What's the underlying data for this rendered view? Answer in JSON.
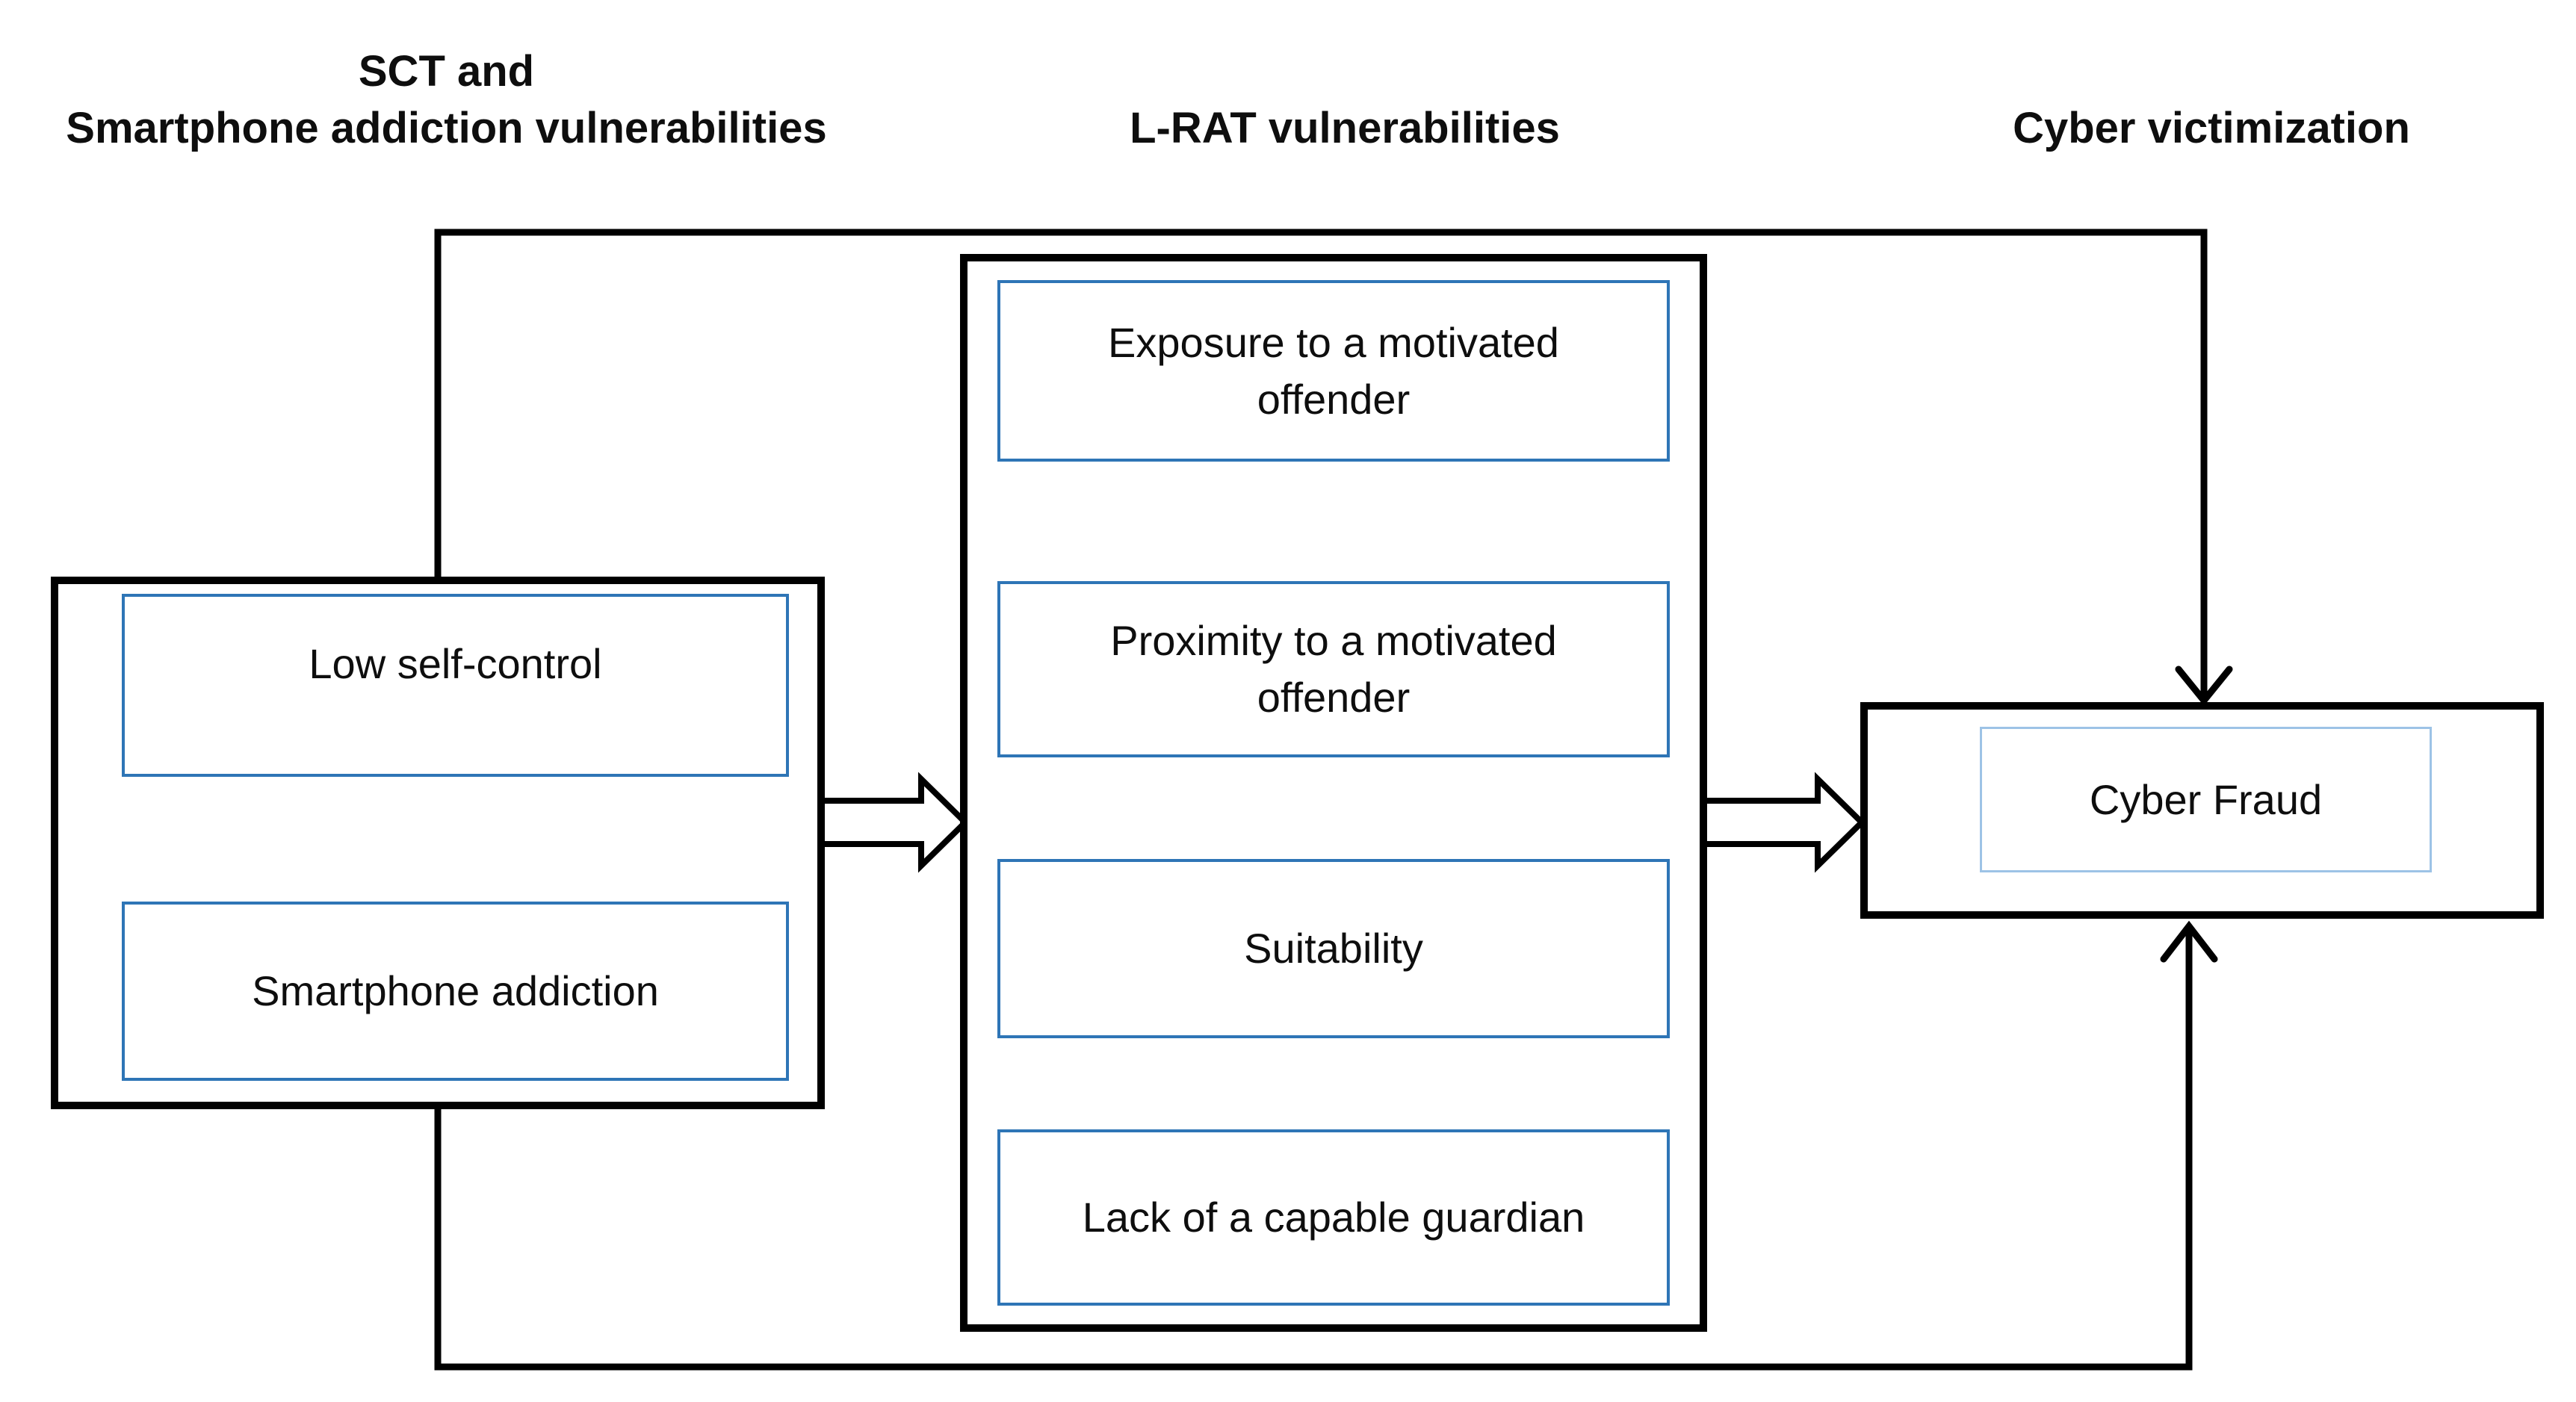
{
  "title_row": {
    "left_line1": "SCT and",
    "left_line2": "Smartphone addiction vulnerabilities",
    "center": "L-RAT vulnerabilities",
    "right": "Cyber victimization"
  },
  "left_group": {
    "items": [
      {
        "label": "Low self-control"
      },
      {
        "label": "Smartphone addiction"
      }
    ]
  },
  "lrat_group": {
    "items": [
      {
        "label": "Exposure to a motivated offender"
      },
      {
        "label": "Proximity to a motivated offender"
      },
      {
        "label": "Suitability"
      },
      {
        "label": "Lack of a capable guardian"
      }
    ]
  },
  "outcome_group": {
    "label": "Cyber Fraud"
  },
  "connectors": [
    {
      "from": "sct-smartphone-group",
      "to": "lrat-group",
      "style": "block-arrow"
    },
    {
      "from": "lrat-group",
      "to": "cyber-fraud",
      "style": "block-arrow"
    },
    {
      "from": "sct-smartphone-group",
      "to": "cyber-fraud",
      "style": "elbow-arrow-top"
    },
    {
      "from": "sct-smartphone-group",
      "to": "cyber-fraud",
      "style": "elbow-arrow-bottom"
    }
  ],
  "colors": {
    "line": "#000000",
    "inner_border": "#2e75b6",
    "inner_border_light": "#9dc3e6",
    "text": "#0e0e0e",
    "background": "#ffffff"
  }
}
